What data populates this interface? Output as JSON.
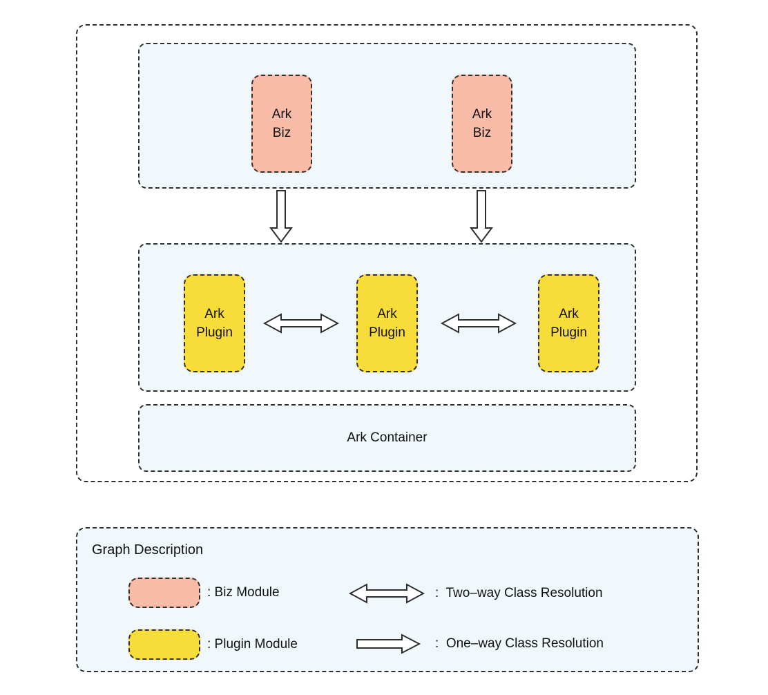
{
  "colors": {
    "canvas": "#ffffff",
    "panel": "#f0f8fc",
    "biz": "#f9bca8",
    "plugin": "#f8dc3a",
    "line": "#2e2e2e",
    "text": "#111111"
  },
  "diagram": {
    "biz_boxes": [
      {
        "label": "Ark\nBiz"
      },
      {
        "label": "Ark\nBiz"
      }
    ],
    "plugin_boxes": [
      {
        "label": "Ark\nPlugin"
      },
      {
        "label": "Ark\nPlugin"
      },
      {
        "label": "Ark\nPlugin"
      }
    ],
    "container_label": "Ark Container"
  },
  "legend": {
    "title": "Graph Description",
    "biz_item": {
      "label": ": Biz Module"
    },
    "plugin_item": {
      "label": ": Plugin Module"
    },
    "two_way_item": {
      "label": ":  Two–way Class Resolution"
    },
    "one_way_item": {
      "label": ":  One–way Class Resolution"
    }
  }
}
